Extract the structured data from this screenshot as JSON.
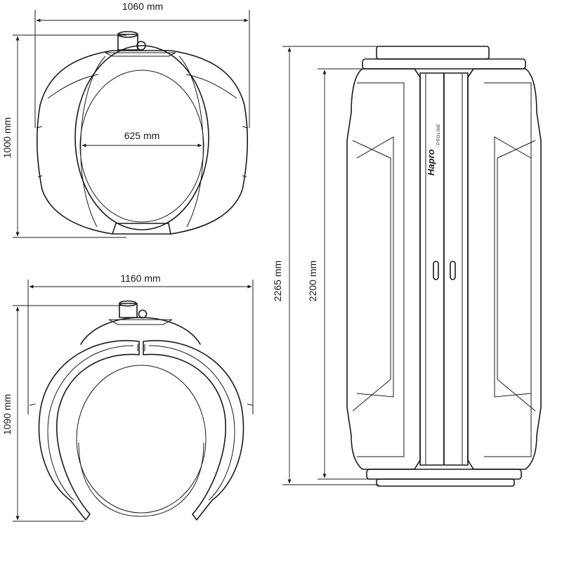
{
  "top_view": {
    "width_label": "1060 mm",
    "depth_label": "1000 mm",
    "inner_label": "625 mm"
  },
  "open_view": {
    "width_label": "1160 mm",
    "depth_label": "1090 mm"
  },
  "front_view": {
    "total_height_label": "2265 mm",
    "cabin_height_label": "2200 mm",
    "brand": "Hapro",
    "brand_sub": "PROLINE"
  },
  "colors": {
    "line": "#1a1a1a",
    "background": "#ffffff"
  }
}
